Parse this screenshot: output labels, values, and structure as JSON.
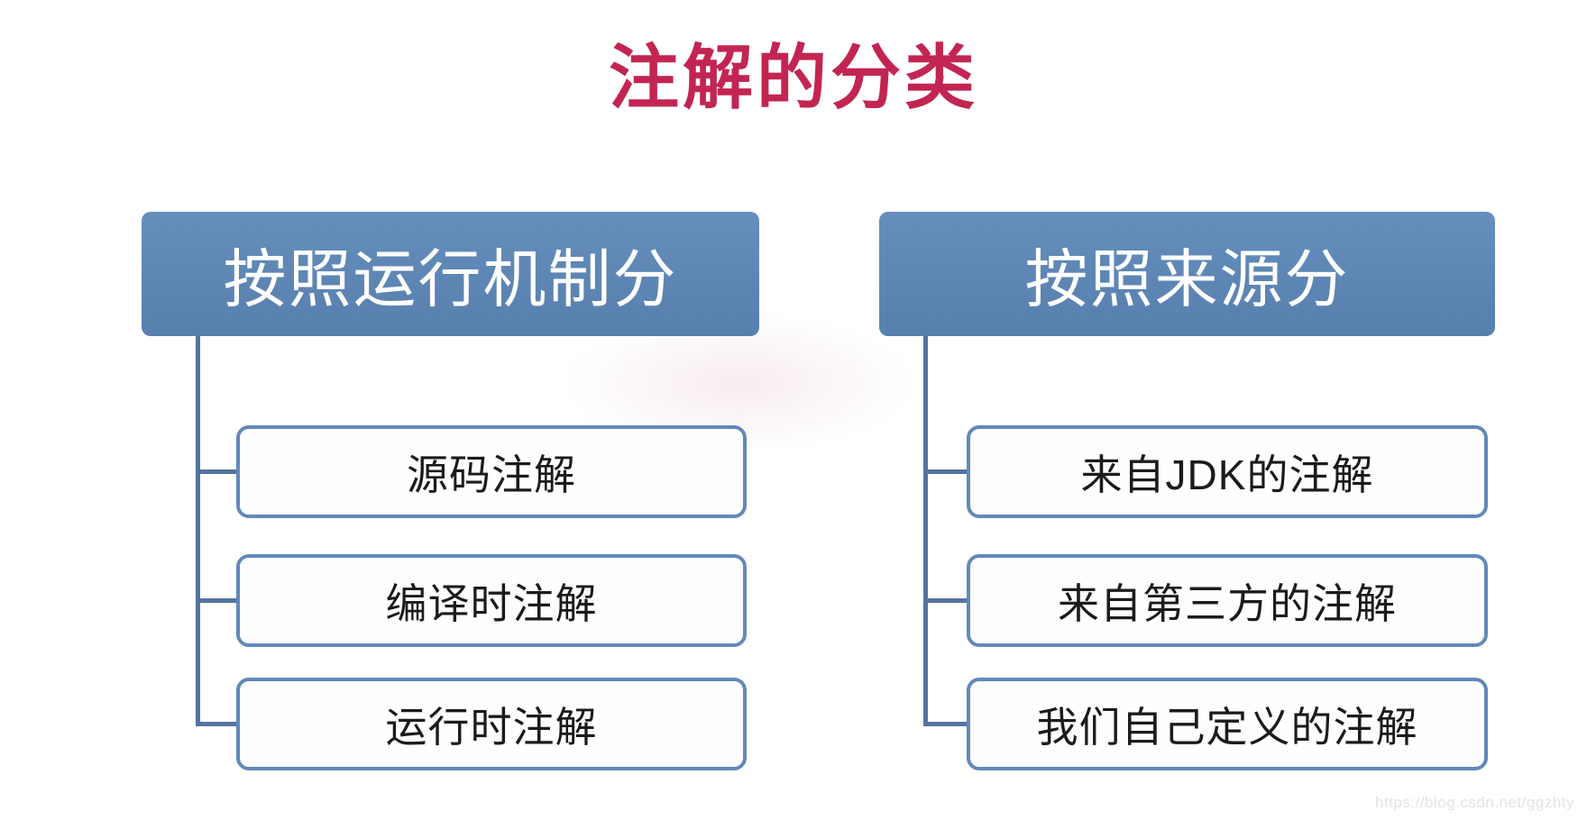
{
  "page": {
    "title": "注解的分类",
    "watermark": "https://blog.csdn.net/ggzhty"
  },
  "colors": {
    "title": "#c32552",
    "header_fill": "#5b86b7",
    "header_text": "#ffffff",
    "box_border": "#6289ba",
    "box_text": "#1b1b1b",
    "connector": "#54749e",
    "watermark": "#e4e4e8",
    "background": "#ffffff"
  },
  "diagram": {
    "groups": [
      {
        "header": "按照运行机制分",
        "children": [
          "源码注解",
          "编译时注解",
          "运行时注解"
        ]
      },
      {
        "header": "按照来源分",
        "children": [
          "来自JDK的注解",
          "来自第三方的注解",
          "我们自己定义的注解"
        ]
      }
    ]
  }
}
